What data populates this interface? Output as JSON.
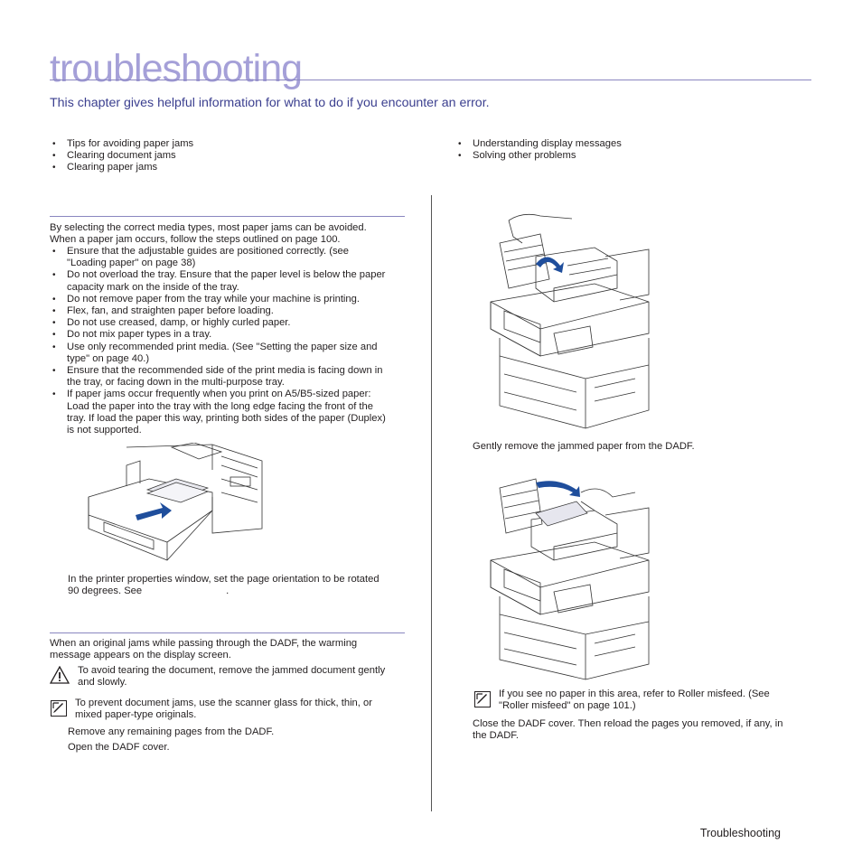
{
  "header": {
    "title": "troubleshooting",
    "intro": "This chapter gives helpful information for what to do if you encounter an error."
  },
  "toc": {
    "left": [
      "Tips for avoiding paper jams",
      "Clearing document jams",
      "Clearing paper jams"
    ],
    "right": [
      "Understanding display messages",
      "Solving other problems"
    ]
  },
  "tips": {
    "intro_line1": "By selecting the correct media types, most paper jams can be avoided.",
    "intro_line2": "When a paper jam occurs, follow the steps outlined on page 100.",
    "items": [
      [
        "Ensure that the adjustable guides are positioned correctly. (see",
        "\"Loading paper\" on page 38)"
      ],
      [
        "Do not overload the tray. Ensure that the paper level is below the paper",
        "capacity mark on the inside of the tray."
      ],
      [
        "Do not remove paper from the tray while your machine is printing."
      ],
      [
        "Flex, fan, and straighten paper before loading."
      ],
      [
        "Do not use creased, damp, or highly curled paper."
      ],
      [
        "Do not mix paper types in a tray."
      ],
      [
        "Use only recommended print media. (See \"Setting the paper size and",
        "type\" on page 40.)"
      ],
      [
        "Ensure that the recommended side of the print media is facing down in",
        "the tray, or facing down in the multi-purpose tray."
      ],
      [
        "If paper jams occur frequently when you print on A5/B5-sized paper:",
        "Load the paper into the tray with the long edge facing the front of the",
        "tray. If load the paper this way, printing both sides of the paper (Duplex)",
        "is not supported."
      ]
    ],
    "after_fig_line1": "In the printer properties window, set the page orientation to be rotated",
    "after_fig_line2": "90 degrees. See",
    "after_fig_end": "."
  },
  "docjam": {
    "intro_line1": "When an original jams while passing through the DADF, the warming",
    "intro_line2": "message appears on the display screen.",
    "caution_line1": "To avoid tearing the document, remove the jammed document gently",
    "caution_line2": "and slowly.",
    "note_line1": "To prevent document jams, use the scanner glass for thick, thin, or",
    "note_line2": "mixed paper-type originals.",
    "step1": "Remove any remaining pages from the DADF.",
    "step2": "Open the DADF cover."
  },
  "right": {
    "step3": "Gently remove the jammed paper from the DADF.",
    "note_line1": "If you see no paper in this area, refer to Roller misfeed. (See",
    "note_line2": "\"Roller misfeed\" on page 101.)",
    "step4_line1": "Close the DADF cover. Then reload the pages you removed, if any, in",
    "step4_line2": "the DADF."
  },
  "footer": {
    "label": "Troubleshooting"
  },
  "colors": {
    "accent": "#a5a0d8",
    "intro": "#3b3f8f",
    "arrow": "#1f4e9c"
  },
  "icons": [
    "caution-icon",
    "note-icon"
  ]
}
